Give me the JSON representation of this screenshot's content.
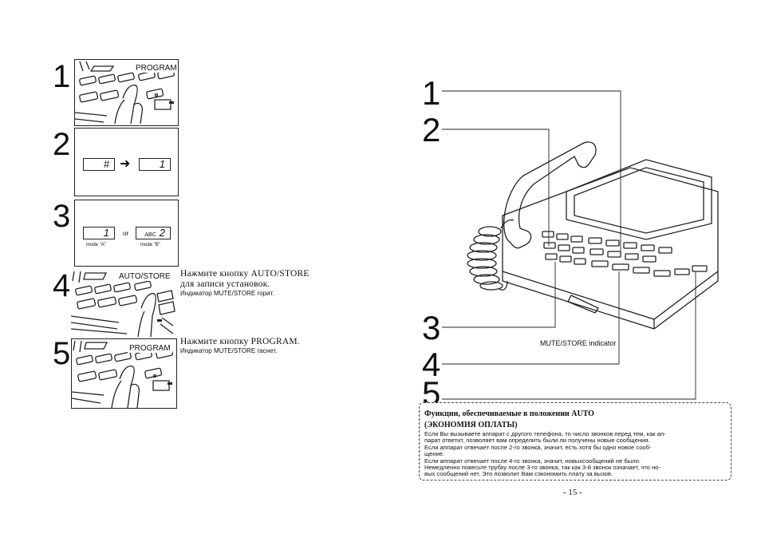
{
  "steps": [
    {
      "number": "1",
      "panel_label": "PROGRAM"
    },
    {
      "number": "2",
      "key_left": "#",
      "key_right": "1"
    },
    {
      "number": "3",
      "key_left": "1",
      "or_text": "or",
      "key_right_small": "ABC",
      "key_right": "2",
      "mode_a": "mode \"A\"",
      "mode_b": "mode \"B\""
    },
    {
      "number": "4",
      "panel_label": "AUTO/STORE",
      "title": "Нажмите кнопку AUTO/STORE",
      "title2": "для записи установок.",
      "subtitle": "Индикатор MUTE/STORE горит."
    },
    {
      "number": "5",
      "panel_label": "PROGRAM",
      "title": "Нажмите кнопку PROGRAM.",
      "subtitle": "Индикатор MUTE/STORE гаснет."
    }
  ],
  "phone": {
    "callouts": [
      "1",
      "2",
      "3",
      "4",
      "5"
    ],
    "indicator_label": "MUTE/STORE indicator"
  },
  "info": {
    "title": "Функции, обеспечиваемые в положении AUTO",
    "title2": "(ЭКОНОМИЯ ОПЛАТЫ)",
    "lines": [
      "Если Вы вызываете аппарат с другого телефона, то число звонков перед тем, как ап-",
      "парат ответит, позволяет вам определить были ли получены новые сообщения.",
      "Если аппарат отвечает после 2-го звонка, значит, есть хотя  бы  одно новое сооб-",
      "щение.",
      "Если аппарат отвечает после 4-го звонка, значит, новыхсообщений не было.",
      "Немедленно повесьте трубку после 3-го звонка, так как 3-й звонок означает, что но-",
      "вых сообщений нет. Это позволит Вам сэкономить  плату за вызов."
    ]
  },
  "page_number": "- 15 -"
}
